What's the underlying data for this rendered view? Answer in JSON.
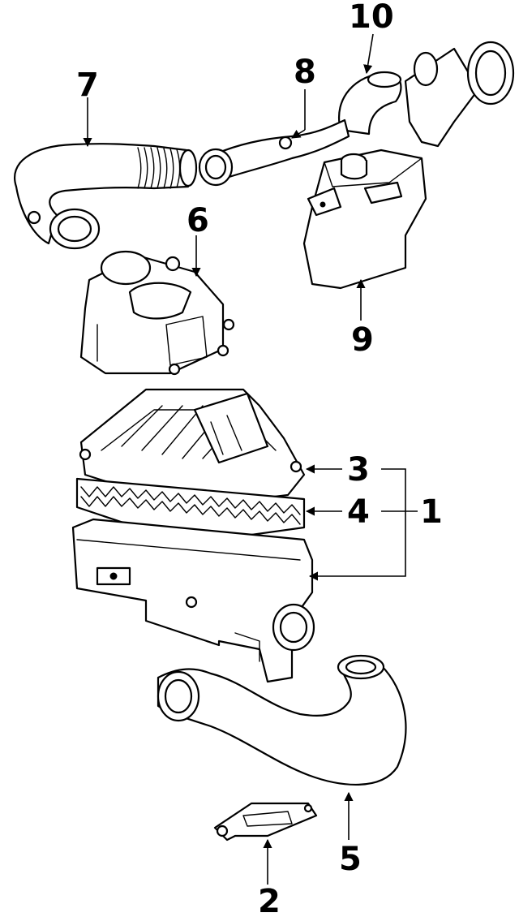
{
  "diagram": {
    "callouts": [
      "1",
      "2",
      "3",
      "4",
      "5",
      "6",
      "7",
      "8",
      "9",
      "10"
    ],
    "colors": {
      "line": "#000000",
      "background": "#ffffff"
    }
  }
}
